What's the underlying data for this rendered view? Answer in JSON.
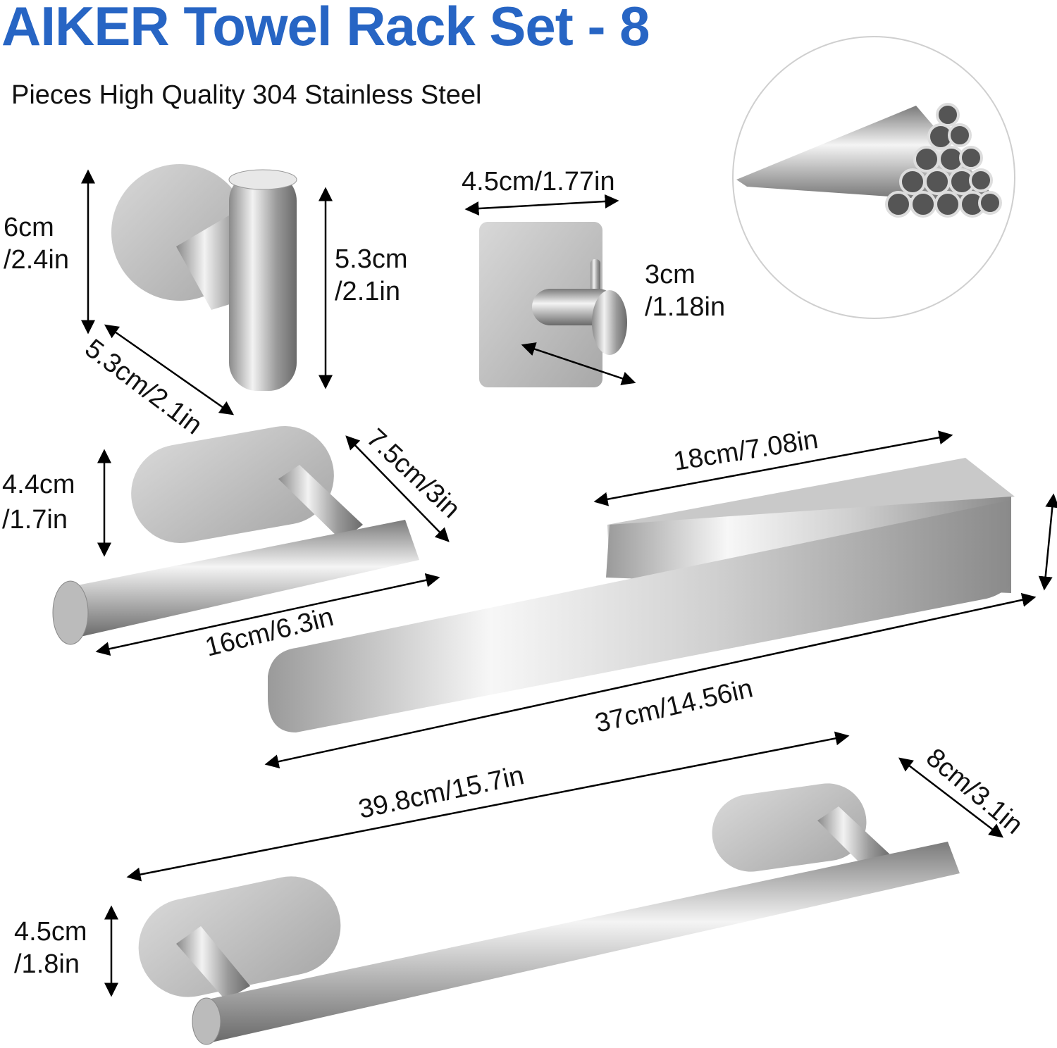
{
  "header": {
    "title": "AIKER Towel Rack Set - 8",
    "subtitle": "Pieces High Quality 304 Stainless Steel"
  },
  "colors": {
    "title": "#2765c4",
    "text": "#111111",
    "steel": "#b8b8b8"
  },
  "products": {
    "round_hook": {
      "height_cm": "6cm",
      "height_in": "/2.4in",
      "length_cm": "5.3cm",
      "length_in": "/2.1in",
      "diameter": "5.3cm/2.1in"
    },
    "square_hook": {
      "width": "4.5cm/1.77in",
      "depth_cm": "3cm",
      "depth_in": "/1.18in"
    },
    "paper_holder": {
      "height_cm": "4.4cm",
      "height_in": "/1.7in",
      "depth": "7.5cm/3in",
      "length": "16cm/6.3in"
    },
    "towel_shelf": {
      "inner": "18cm/7.08in",
      "length": "37cm/14.56in"
    },
    "towel_bar": {
      "length": "39.8cm/15.7in",
      "depth": "8cm/3.1in",
      "height_cm": "4.5cm",
      "height_in": "/1.8in"
    }
  }
}
